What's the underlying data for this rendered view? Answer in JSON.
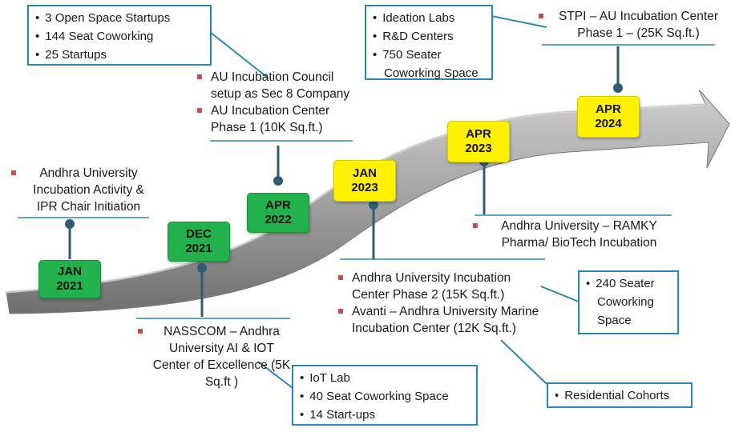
{
  "colors": {
    "arrow": "#9a9a9a",
    "connector": "#2b86b0",
    "pin": "#2e5d73",
    "green_badge": "#23b14d",
    "yellow_badge": "#fff200",
    "note_bullet": "#c0504d"
  },
  "milestones": [
    {
      "month": "JAN",
      "year": "2021",
      "style": "green"
    },
    {
      "month": "DEC",
      "year": "2021",
      "style": "green"
    },
    {
      "month": "APR",
      "year": "2022",
      "style": "green"
    },
    {
      "month": "JAN",
      "year": "2023",
      "style": "yellow"
    },
    {
      "month": "APR",
      "year": "2023",
      "style": "yellow"
    },
    {
      "month": "APR",
      "year": "2024",
      "style": "yellow"
    }
  ],
  "notes": {
    "jan2021": [
      "Andhra University Incubation Activity & IPR Chair Initiation"
    ],
    "dec2021": [
      "NASSCOM – Andhra University AI & IOT Center of Excellence (5K Sq.ft )"
    ],
    "apr2022": [
      "AU Incubation Council setup as Sec 8 Company",
      "AU Incubation Center Phase 1 (10K Sq.ft.)"
    ],
    "jan2023": [
      "Andhra University Incubation Center Phase 2 (15K Sq.ft.)",
      "Avanti – Andhra University Marine Incubation Center (12K Sq.ft.)"
    ],
    "apr2023": [
      "Andhra University – RAMKY Pharma/ BioTech Incubation"
    ],
    "apr2024": [
      "STPI – AU Incubation Center Phase 1 – (25K Sq.ft.)"
    ]
  },
  "boxes": {
    "startups": [
      "3 Open Space Startups",
      "144 Seat Coworking",
      "25 Startups"
    ],
    "ideation": [
      "Ideation Labs",
      "R&D Centers",
      "750 Seater Coworking Space"
    ],
    "iot": [
      "IoT Lab",
      "40 Seat Coworking Space",
      "14 Start-ups"
    ],
    "coworking240": [
      "240 Seater Coworking Space"
    ],
    "residential": [
      "Residential Cohorts"
    ]
  }
}
